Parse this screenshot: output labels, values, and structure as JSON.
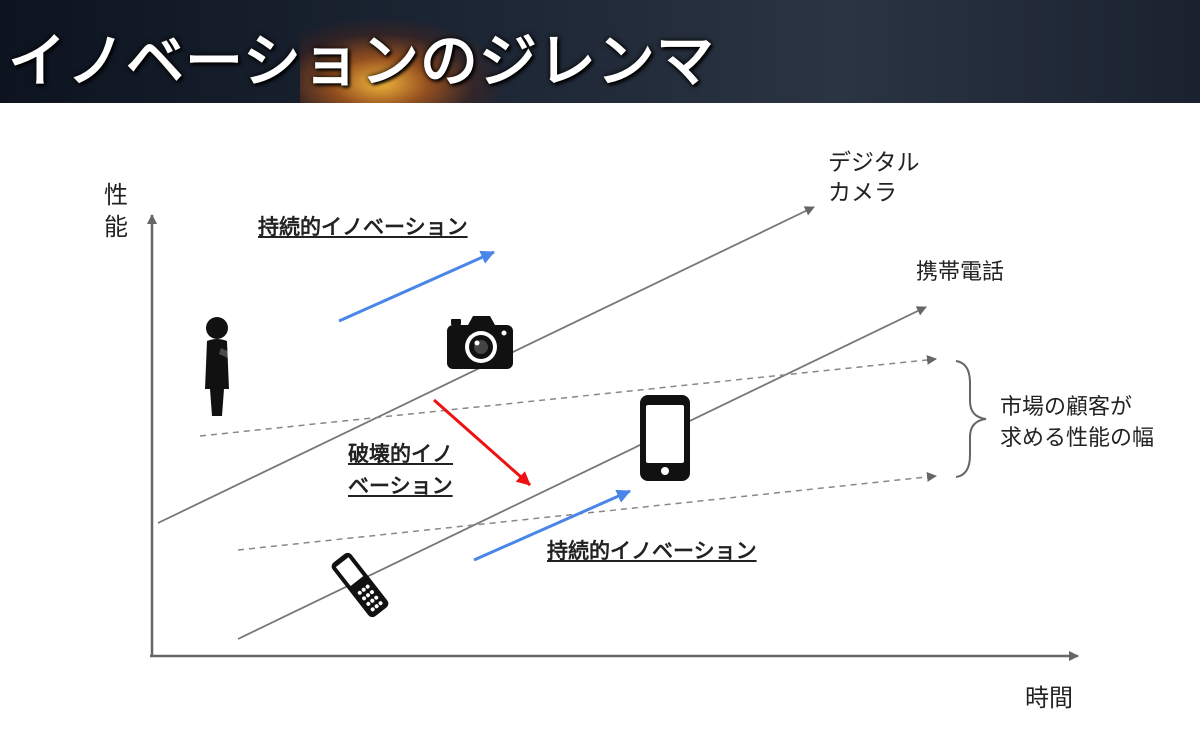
{
  "header": {
    "title": "イノベーションのジレンマ"
  },
  "axes": {
    "y_label": "性能",
    "x_label": "時間"
  },
  "lines": {
    "digital_camera_label_1": "デジタル",
    "digital_camera_label_2": "カメラ",
    "mobile_phone_label": "携帯電話"
  },
  "bracket": {
    "label_line1": "市場の顧客が",
    "label_line2": "求める性能の幅"
  },
  "annotations": {
    "sustaining_top": "持続的イノベーション",
    "disruptive_line1": "破壊的イノ",
    "disruptive_line2": "ベーション",
    "sustaining_bottom": "持続的イノベーション"
  },
  "icons": [
    "person-icon",
    "camera-icon",
    "smartphone-icon",
    "flip-phone-icon"
  ],
  "colors": {
    "sustaining_arrow": "#4a86e8",
    "disruptive_arrow": "#ee1111",
    "axis": "#666666"
  }
}
